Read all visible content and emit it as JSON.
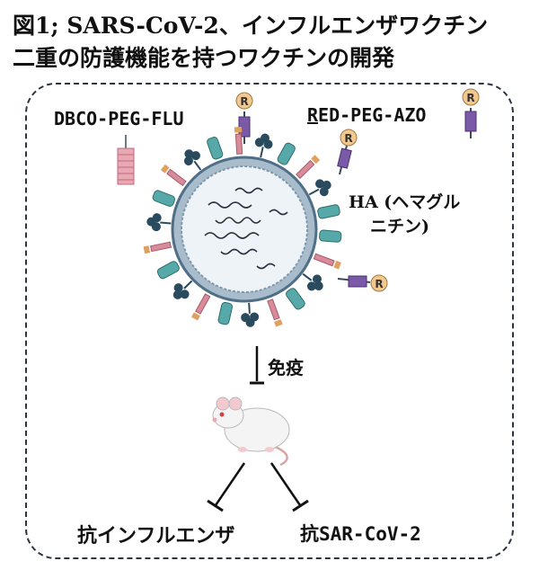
{
  "title_line1": "図1; SARS-CoV-2、インフルエンザワクチン",
  "title_line2": "二重の防護機能を持つワクチンの開発",
  "labels": {
    "dbco": "DBCO-PEG-FLU",
    "red_prefix": "R",
    "red_rest": "ED-PEG-AZO",
    "ha_line1": "HA (ヘマグル",
    "ha_line2": "ニチン)",
    "immunize": "免疫",
    "anti_flu": "抗インフルエンザ",
    "anti_cov": "抗SAR-CoV-2",
    "r_badge": "R"
  },
  "colors": {
    "teal": "#56a9a8",
    "pink": "#d88b9a",
    "navy": "#2a4a5e",
    "purple": "#6b4a9a",
    "badge": "#f2c88e",
    "ring": "#b9c9d8"
  }
}
